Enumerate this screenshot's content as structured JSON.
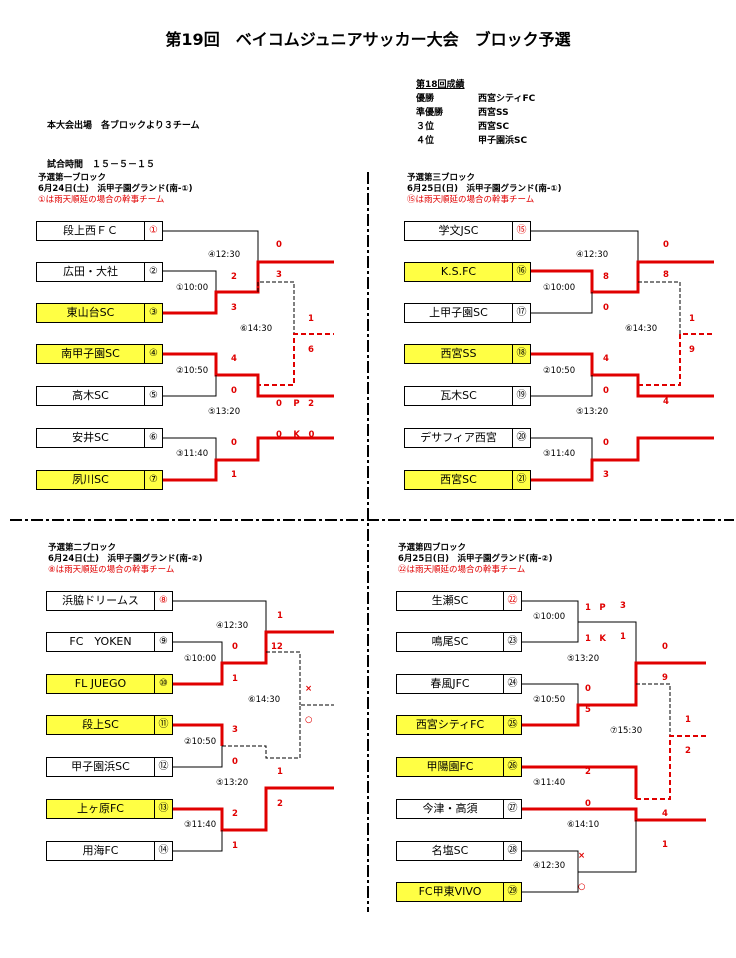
{
  "title": "第19回　ベイコムジュニアサッカー大会　ブロック予選",
  "info": {
    "line1": "本大会出場　各ブロックより３チーム",
    "line2": "試合時間　１５－５－１５"
  },
  "previous": {
    "heading": "第18回成績",
    "rows": [
      {
        "rank": "優勝",
        "team": "西宮シティFC"
      },
      {
        "rank": "準優勝",
        "team": "西宮SS"
      },
      {
        "rank": "３位",
        "team": "西宮SC"
      },
      {
        "rank": "４位",
        "team": "甲子園浜SC"
      }
    ]
  },
  "blocks": [
    {
      "name": "予選第一ブロック",
      "date": "6月24日(土)　浜甲子園グランド(南-①)",
      "note": "①は雨天順延の場合の幹事チーム",
      "teams": [
        {
          "name": "段上西ＦＣ",
          "num": "①",
          "red": true
        },
        {
          "name": "広田・大社",
          "num": "②"
        },
        {
          "name": "東山台SC",
          "num": "③",
          "y": true
        },
        {
          "name": "南甲子園SC",
          "num": "④",
          "y": true
        },
        {
          "name": "高木SC",
          "num": "⑤"
        },
        {
          "name": "安井SC",
          "num": "⑥"
        },
        {
          "name": "夙川SC",
          "num": "⑦",
          "y": true
        }
      ],
      "matches": [
        "④12:30",
        "①10:00",
        "⑥14:30",
        "②10:50",
        "⑤13:20",
        "③11:40"
      ],
      "scores": [
        "0",
        "2",
        "3",
        "3",
        "1",
        "6",
        "4",
        "0",
        "0　 P　2",
        "0　 K　0",
        "0",
        "1"
      ]
    },
    {
      "name": "予選第三ブロック",
      "date": "6月25日(日)　浜甲子園グランド(南-①)",
      "note": "⑮は雨天順延の場合の幹事チーム",
      "teams": [
        {
          "name": "学文JSC",
          "num": "⑮",
          "red": true
        },
        {
          "name": "K.S.FC",
          "num": "⑯",
          "y": true
        },
        {
          "name": "上甲子園SC",
          "num": "⑰"
        },
        {
          "name": "西宮SS",
          "num": "⑱",
          "y": true
        },
        {
          "name": "瓦木SC",
          "num": "⑲"
        },
        {
          "name": "デサフィア西宮",
          "num": "⑳"
        },
        {
          "name": "西宮SC",
          "num": "㉑",
          "y": true
        }
      ],
      "matches": [
        "④12:30",
        "①10:00",
        "⑥14:30",
        "②10:50",
        "⑤13:20",
        "③11:40"
      ],
      "scores": [
        "0",
        "8",
        "0",
        "8",
        "1",
        "9",
        "4",
        "0",
        "4",
        "0",
        "3"
      ]
    },
    {
      "name": "予選第二ブロック",
      "date": "6月24日(土)　浜甲子園グランド(南-②)",
      "note": "⑧は雨天順延の場合の幹事チーム",
      "teams": [
        {
          "name": "浜脇ドリームス",
          "num": "⑧",
          "red": true
        },
        {
          "name": "FC　YOKEN",
          "num": "⑨"
        },
        {
          "name": "FL JUEGO",
          "num": "⑩",
          "y": true
        },
        {
          "name": "段上SC",
          "num": "⑪",
          "y": true
        },
        {
          "name": "甲子園浜SC",
          "num": "⑫"
        },
        {
          "name": "上ヶ原FC",
          "num": "⑬",
          "y": true
        },
        {
          "name": "用海FC",
          "num": "⑭"
        }
      ],
      "matches": [
        "④12:30",
        "①10:00",
        "⑥14:30",
        "②10:50",
        "⑤13:20",
        "③11:40"
      ],
      "scores": [
        "1",
        "0",
        "12",
        "1",
        "×",
        "○",
        "3",
        "0",
        "1",
        "2",
        "2",
        "1"
      ]
    },
    {
      "name": "予選第四ブロック",
      "date": "6月25日(日)　浜甲子園グランド(南-②)",
      "note": "㉒は雨天順延の場合の幹事チーム",
      "teams": [
        {
          "name": "生瀬SC",
          "num": "㉒",
          "red": true
        },
        {
          "name": "鳴尾SC",
          "num": "㉓"
        },
        {
          "name": "春風JFC",
          "num": "㉔"
        },
        {
          "name": "西宮シティFC",
          "num": "㉕",
          "y": true
        },
        {
          "name": "甲陽園FC",
          "num": "㉖",
          "y": true
        },
        {
          "name": "今津・高須",
          "num": "㉗"
        },
        {
          "name": "名塩SC",
          "num": "㉘"
        },
        {
          "name": "FC甲東VIVO",
          "num": "㉙",
          "y": true
        }
      ],
      "matches": [
        "①10:00",
        "⑤13:20",
        "②10:50",
        "⑦15:30",
        "③11:40",
        "⑥14:10",
        "④12:30"
      ],
      "scores": [
        "1　P",
        "3",
        "1　K",
        "1",
        "0",
        "0",
        "9",
        "5",
        "1",
        "2",
        "2",
        "0",
        "4",
        "1",
        "×",
        "○"
      ]
    }
  ]
}
